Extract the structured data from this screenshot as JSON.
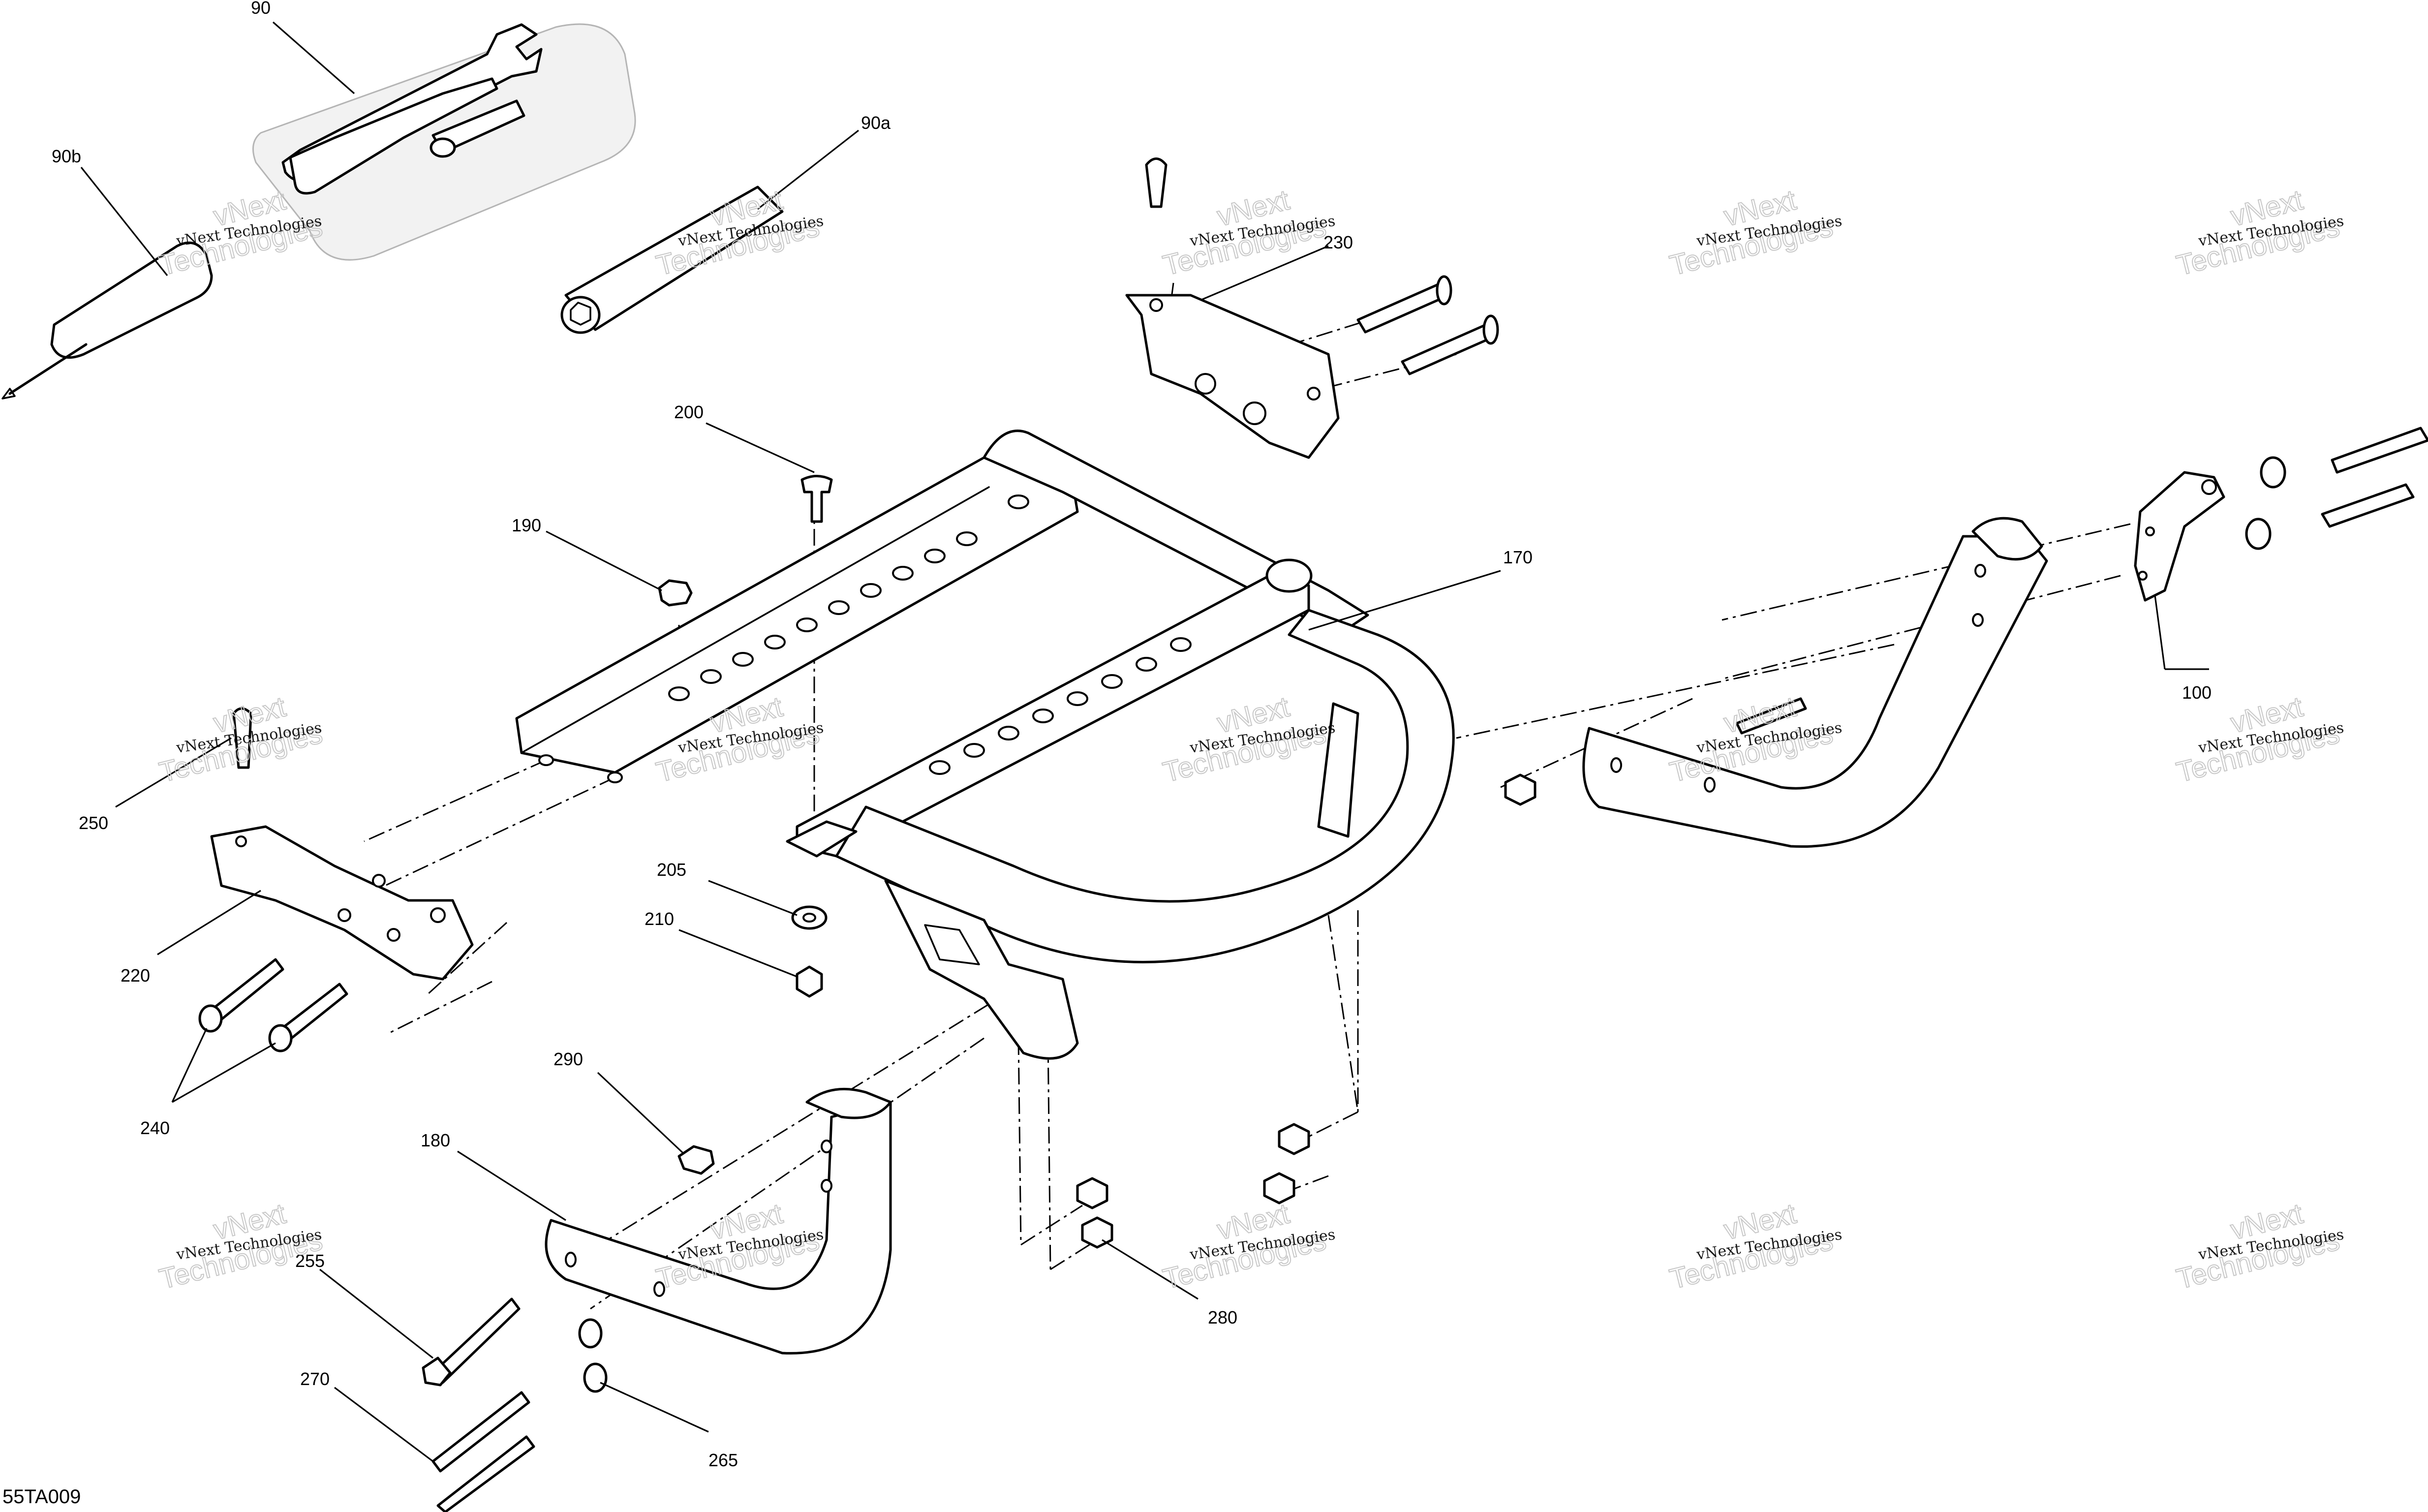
{
  "diagram_code": "55TA009",
  "watermark": {
    "line1": "vNext Technologies",
    "line2": "Technologies",
    "line3": "vNext"
  },
  "callouts": {
    "c90": "90",
    "c90a": "90a",
    "c90b": "90b",
    "c100": "100",
    "c170": "170",
    "c180": "180",
    "c190": "190",
    "c200": "200",
    "c205": "205",
    "c210": "210",
    "c220": "220",
    "c230": "230",
    "c240": "240",
    "c250": "250",
    "c255": "255",
    "c265": "265",
    "c270": "270",
    "c280": "280",
    "c290": "290"
  }
}
